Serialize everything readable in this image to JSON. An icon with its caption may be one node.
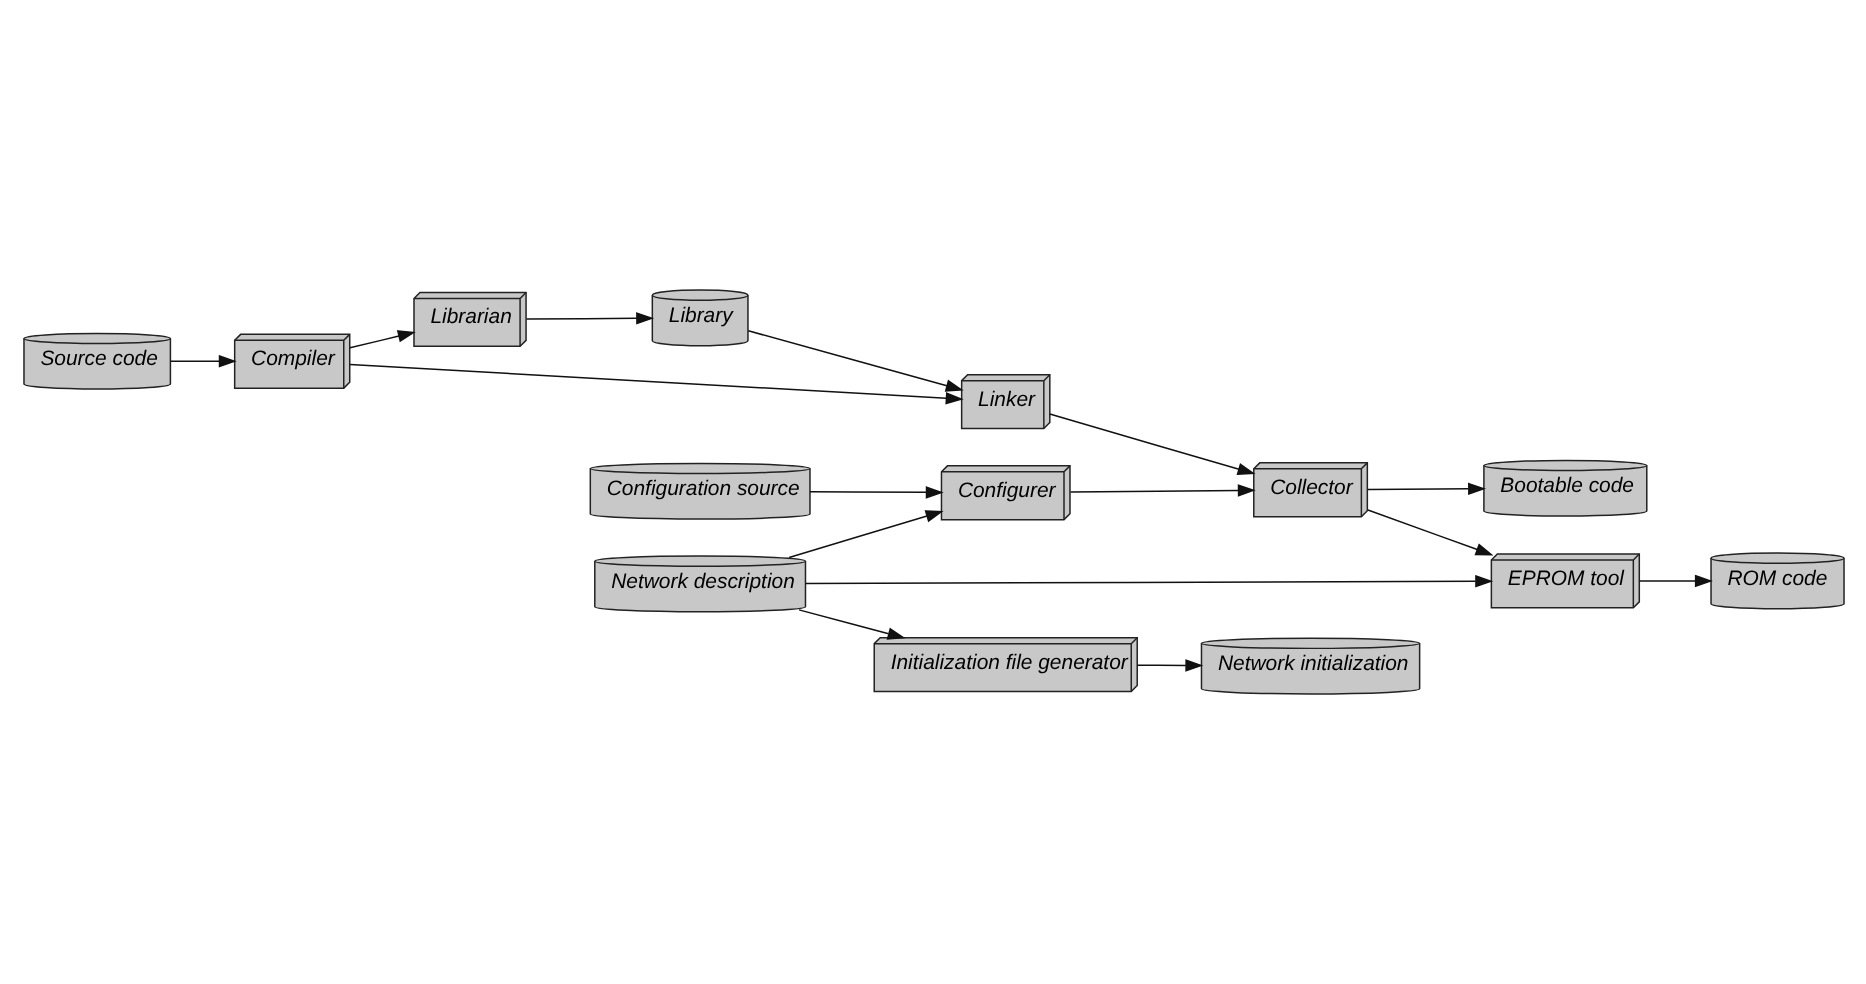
{
  "diagram": {
    "nodes": [
      {
        "text": [
          "Source code"
        ]
      },
      {
        "text": [
          "Compiler"
        ]
      },
      {
        "text": [
          "Librarian"
        ]
      },
      {
        "text": [
          "Linker"
        ]
      },
      {
        "text": [
          "Library"
        ]
      },
      {
        "text": [
          "Configuration source"
        ]
      },
      {
        "text": [
          "Configurer"
        ]
      },
      {
        "text": [
          "Collector"
        ]
      },
      {
        "text": [
          "Network description"
        ]
      },
      {
        "text": [
          "EPROM tool"
        ]
      },
      {
        "text": [
          "Initialization file generator"
        ]
      },
      {
        "text": [
          "Network initialization"
        ]
      },
      {
        "text": [
          "ROM code"
        ]
      },
      {
        "text": [
          "Bootable code"
        ]
      }
    ],
    "edges": [
      {
        "from": 0,
        "to": 1,
        "arrow": "to"
      },
      {
        "from": 1,
        "to": 2,
        "arrow": "to"
      },
      {
        "from": 1,
        "to": 3,
        "arrow": "to"
      },
      {
        "from": 2,
        "to": 4,
        "arrow": "to"
      },
      {
        "from": 4,
        "to": 3,
        "arrow": "to"
      },
      {
        "from": 3,
        "to": 7,
        "arrow": "to"
      },
      {
        "from": 5,
        "to": 6,
        "arrow": "to"
      },
      {
        "from": 6,
        "to": 7,
        "arrow": "to"
      },
      {
        "from": 8,
        "to": 6,
        "arrow": "to"
      },
      {
        "from": 8,
        "to": 9,
        "arrow": "to"
      },
      {
        "from": 8,
        "to": 10,
        "arrow": "to"
      },
      {
        "from": 7,
        "to": 9,
        "arrow": "to"
      },
      {
        "from": 7,
        "to": 13,
        "arrow": "to"
      },
      {
        "from": 9,
        "to": 12,
        "arrow": "to"
      },
      {
        "from": 10,
        "to": 11,
        "arrow": "to"
      }
    ]
  }
}
